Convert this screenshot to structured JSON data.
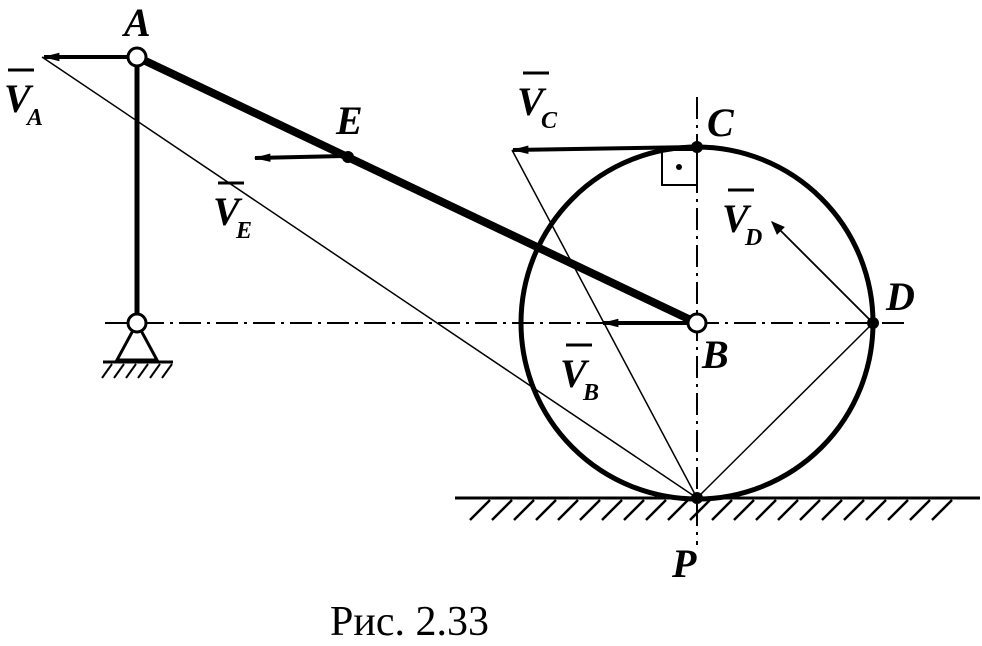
{
  "points": {
    "A": "A",
    "B": "B",
    "C": "C",
    "D": "D",
    "E": "E",
    "P": "P"
  },
  "vectors": {
    "VA": {
      "letter": "V",
      "sub": "A"
    },
    "VB": {
      "letter": "V",
      "sub": "B"
    },
    "VC": {
      "letter": "V",
      "sub": "C"
    },
    "VD": {
      "letter": "V",
      "sub": "D"
    },
    "VE": {
      "letter": "V",
      "sub": "E"
    }
  },
  "caption": "Рис. 2.33",
  "colors": {
    "ink": "#000000",
    "paper": "#ffffff"
  }
}
